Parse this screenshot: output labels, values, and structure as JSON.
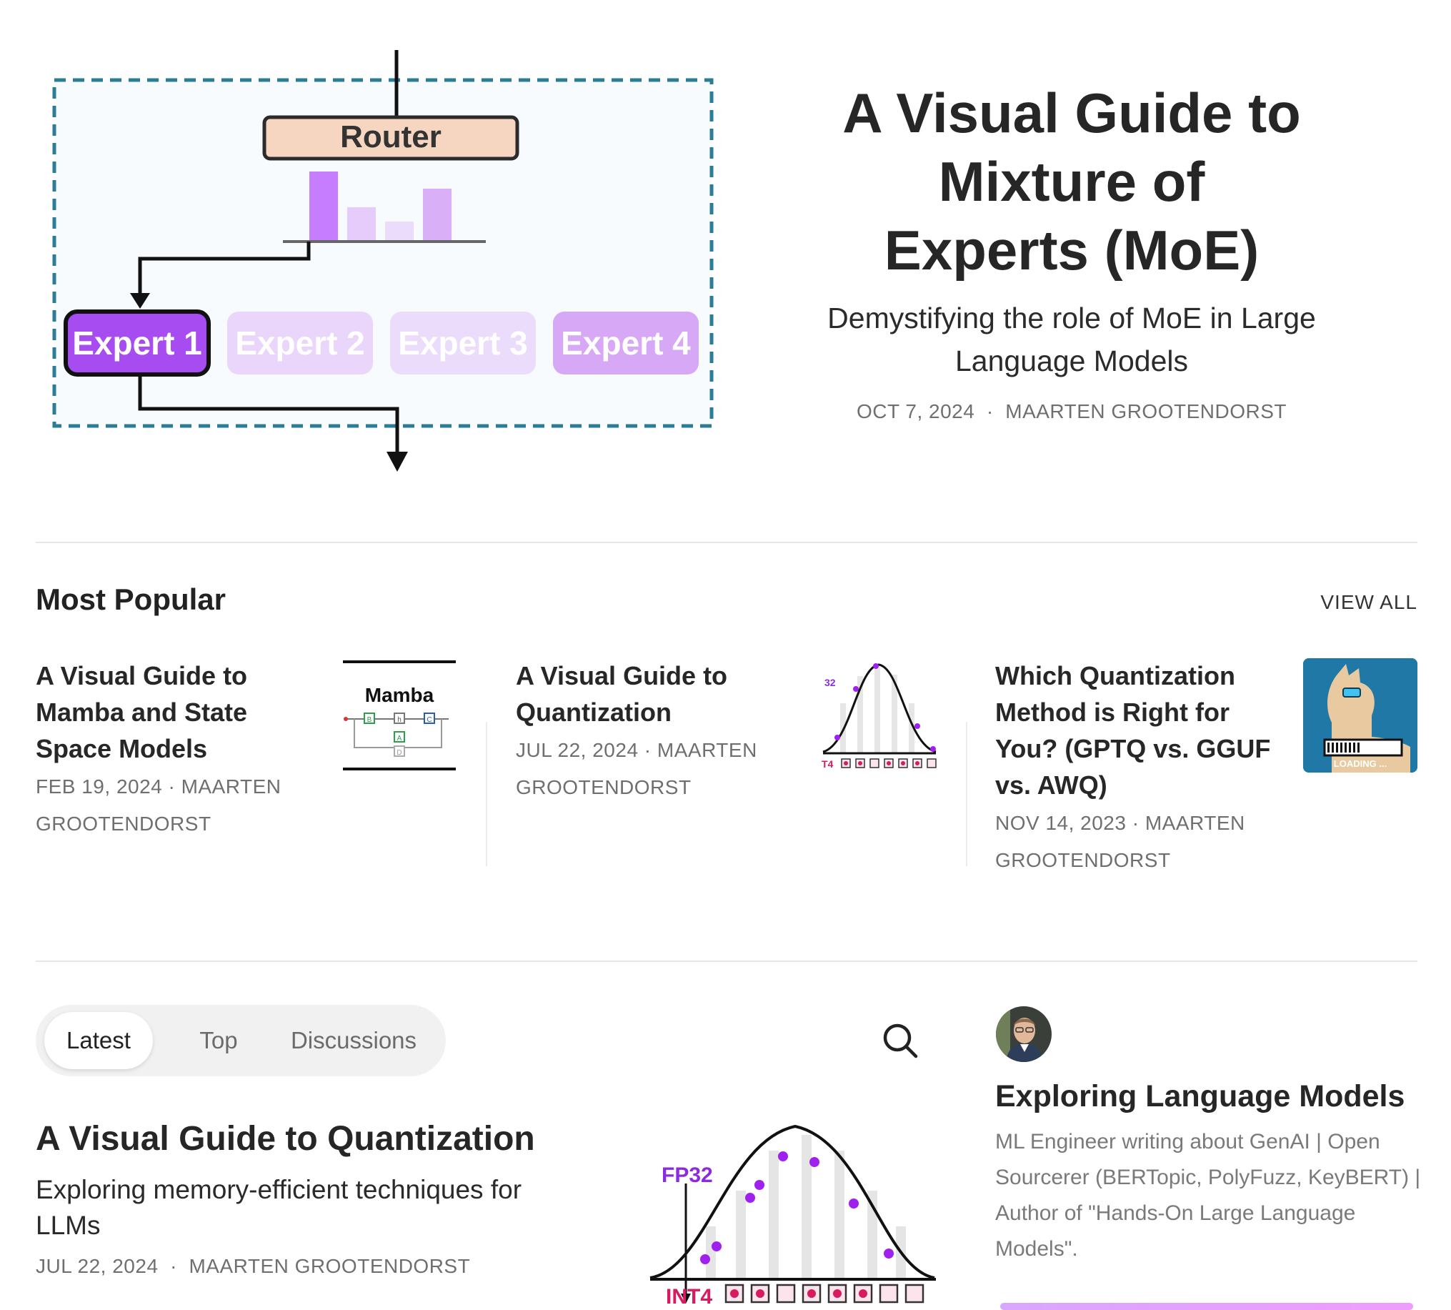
{
  "hero": {
    "diagram": {
      "router_label": "Router",
      "experts": [
        "Expert 1",
        "Expert 2",
        "Expert 3",
        "Expert 4"
      ],
      "router_scores": [
        1.0,
        0.48,
        0.27,
        0.75
      ]
    },
    "title_lines": [
      "A Visual Guide to",
      "Mixture of",
      "Experts (MoE)"
    ],
    "subtitle": "Demystifying the role of MoE in Large Language Models",
    "date": "OCT 7, 2024",
    "author": "MAARTEN GROOTENDORST"
  },
  "most_popular": {
    "title": "Most Popular",
    "view_all": "VIEW ALL",
    "cards": [
      {
        "title_lines": [
          "A Visual Guide to",
          "Mamba and State",
          "Space Models"
        ],
        "meta_lines": [
          "FEB 19, 2024 · MAARTEN",
          "GROOTENDORST"
        ],
        "thumb_text": "Mamba",
        "thumb_blocks": [
          "B",
          "h",
          "C",
          "A",
          "D"
        ]
      },
      {
        "title_lines": [
          "A Visual Guide to",
          "Quantization"
        ],
        "meta_lines": [
          "JUL 22, 2024 · MAARTEN",
          "GROOTENDORST"
        ],
        "thumb_top": "32",
        "thumb_bottom": "T4"
      },
      {
        "title_lines": [
          "Which Quantization",
          "Method is Right for",
          "You? (GPTQ vs. GGUF",
          "vs. AWQ)"
        ],
        "meta_lines": [
          "NOV 14, 2023 · MAARTEN",
          "GROOTENDORST"
        ],
        "thumb_text": "LOADING ..."
      }
    ]
  },
  "feed": {
    "tabs": [
      "Latest",
      "Top",
      "Discussions"
    ],
    "active_tab": "Latest",
    "post": {
      "title": "A Visual Guide to Quantization",
      "subtitle": "Exploring memory-efficient techniques for LLMs",
      "date": "JUL 22, 2024",
      "author": "MAARTEN GROOTENDORST",
      "image": {
        "top_label": "FP32",
        "bottom_label": "INT4"
      }
    }
  },
  "publication": {
    "name": "Exploring Language Models",
    "description": "ML Engineer writing about GenAI | Open Sourcerer (BERTopic, PolyFuzz, KeyBERT) | Author of \"Hands-On Large Language Models\"."
  },
  "colors": {
    "accent_purple": "#a64cf0",
    "router_fill": "#f6d6c0",
    "dashed_border": "#2b7d97",
    "int4_pink": "#d81b60"
  },
  "icons": {
    "search": "search-icon",
    "meta_separator": "dot-separator"
  }
}
